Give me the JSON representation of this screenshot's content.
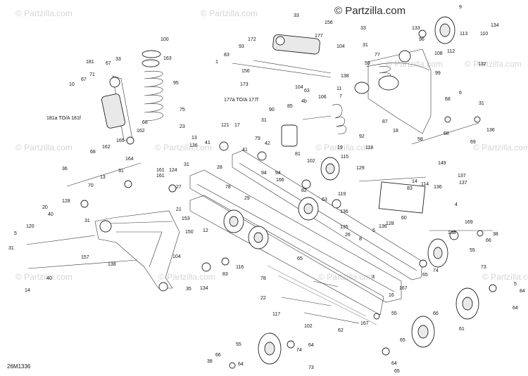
{
  "brand": {
    "logo": "© Partzilla.com"
  },
  "watermarks": [
    "© Partzilla.com",
    "© Partzilla.com",
    "© Partzilla.com",
    "© Partzilla.com",
    "© Partzilla.com",
    "© Partzilla.com",
    "© Partzilla.com",
    "© Partzilla.com",
    "© Partzilla.com",
    "© Partzilla.com",
    "© Partzilla.com",
    "© Partzilla.com"
  ],
  "diagram_code": "26M1336",
  "callouts": [
    "9",
    "33",
    "156",
    "33",
    "31",
    "77",
    "172",
    "177",
    "93",
    "133",
    "96",
    "132",
    "112",
    "113",
    "108",
    "110",
    "134",
    "100",
    "163",
    "181",
    "67",
    "33",
    "71",
    "10",
    "67",
    "95",
    "75",
    "23",
    "68",
    "162",
    "181a TO/A 181f",
    "83",
    "1",
    "156",
    "173",
    "104",
    "104",
    "138",
    "59",
    "11",
    "63",
    "177a TO/A 177f",
    "106",
    "99",
    "90",
    "85",
    "4b",
    "7",
    "87",
    "31",
    "92",
    "94",
    "18",
    "68",
    "6",
    "31",
    "136",
    "69",
    "58",
    "149",
    "68",
    "121",
    "17",
    "41",
    "41",
    "28",
    "13",
    "136",
    "31",
    "165",
    "162",
    "68",
    "164",
    "124",
    "36",
    "31",
    "13",
    "161",
    "79",
    "42",
    "19",
    "81",
    "102",
    "115",
    "129",
    "118",
    "94",
    "14",
    "114",
    "83",
    "136",
    "137",
    "161",
    "27",
    "70",
    "128",
    "20",
    "40",
    "21",
    "31",
    "5",
    "120",
    "157",
    "138",
    "153",
    "150",
    "12",
    "29",
    "166",
    "82",
    "63",
    "119",
    "136",
    "135",
    "26",
    "60",
    "136",
    "5",
    "8",
    "38",
    "66",
    "55",
    "73",
    "74",
    "65",
    "4",
    "137",
    "169",
    "158",
    "128",
    "104",
    "116",
    "65",
    "40",
    "14",
    "78",
    "78",
    "16",
    "167",
    "3",
    "83",
    "35",
    "134",
    "22",
    "117",
    "102",
    "62",
    "167",
    "61",
    "84",
    "64",
    "66",
    "74",
    "64",
    "55",
    "73",
    "38",
    "66",
    "64",
    "65",
    "65",
    "64",
    "55",
    "5",
    "31"
  ]
}
